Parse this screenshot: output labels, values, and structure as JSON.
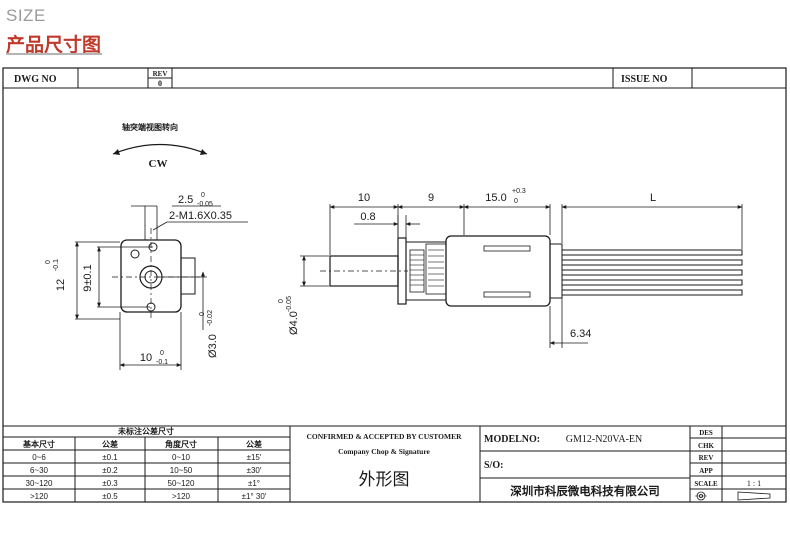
{
  "header": {
    "size_label": "SIZE",
    "title": "产品尺寸图"
  },
  "top_block": {
    "dwg_label": "DWG   NO",
    "rev_label": "REV",
    "rev_value": "0",
    "issue_label": "ISSUE   NO"
  },
  "front_view": {
    "rotation_caption": "轴突端视图转向",
    "rotation_dir": "CW",
    "dim_hole_offset": "2.5",
    "dim_hole_offset_tol_upper": "0",
    "dim_hole_offset_tol_lower": "-0.05",
    "dim_screw": "2-M1.6X0.35",
    "dim_height": "12",
    "dim_height_tol_upper": "0",
    "dim_height_tol_lower": "-0.1",
    "dim_hole_pitch": "9±0.1",
    "dim_width": "10",
    "dim_width_tol_upper": "0",
    "dim_width_tol_lower": "-0.1",
    "dim_shaft": "Ø3.0",
    "dim_shaft_tol_upper": "0",
    "dim_shaft_tol_lower": "-0.02"
  },
  "side_view": {
    "dim_shaft_len": "10",
    "dim_gear_len": "9",
    "dim_motor_len": "15.0",
    "dim_motor_tol_upper": "+0.3",
    "dim_motor_tol_lower": "0",
    "dim_wire_len": "L",
    "dim_flat": "0.8",
    "dim_shaft_dia": "Ø4.0",
    "dim_shaft_dia_tol_upper": "0",
    "dim_shaft_dia_tol_lower": "-0.05",
    "dim_wire_pitch": "6.34"
  },
  "tolerance_table": {
    "title": "未标注公差尺寸",
    "headers": [
      "基本尺寸",
      "公差",
      "角度尺寸",
      "公差"
    ],
    "rows": [
      [
        "0~6",
        "±0.1",
        "0~10",
        "±15′"
      ],
      [
        "6~30",
        "±0.2",
        "10~50",
        "±30′"
      ],
      [
        "30~120",
        "±0.3",
        "50~120",
        "±1°"
      ],
      [
        ">120",
        "±0.5",
        ">120",
        "±1° 30′"
      ]
    ]
  },
  "confirm_block": {
    "line1": "CONFIRMED & ACCEPTED BY CUSTOMER",
    "line2": "Company Chop & Signature",
    "drawing_name": "外形图"
  },
  "model_block": {
    "model_label": "MODELNO:",
    "model_value": "GM12-N20VA-EN",
    "so_label": "S/O:",
    "company": "深圳市科辰微电科技有限公司"
  },
  "approval_block": {
    "labels": [
      "DES",
      "CHK",
      "REV",
      "APP",
      "SCALE"
    ],
    "scale_value": "1 : 1"
  }
}
